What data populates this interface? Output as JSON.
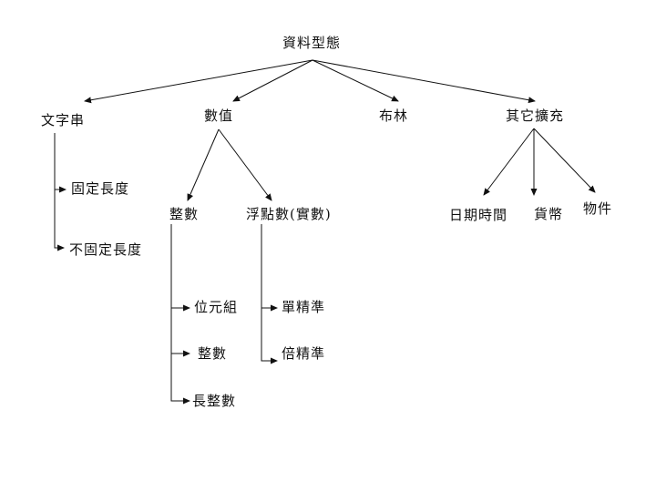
{
  "diagram": {
    "root": "資料型態",
    "branches": [
      {
        "label": "文字串",
        "children": [
          "固定長度",
          "不固定長度"
        ]
      },
      {
        "label": "數值",
        "children": [
          {
            "label": "整數",
            "children": [
              "位元組",
              "整數",
              "長整數"
            ]
          },
          {
            "label": "浮點數(實數)",
            "children": [
              "單精準",
              "倍精準"
            ]
          }
        ]
      },
      {
        "label": "布林"
      },
      {
        "label": "其它擴充",
        "children": [
          "日期時間",
          "貨幣",
          "物件"
        ]
      }
    ]
  },
  "colors": {
    "line": "#111111",
    "text": "#111111",
    "background": "#ffffff"
  }
}
